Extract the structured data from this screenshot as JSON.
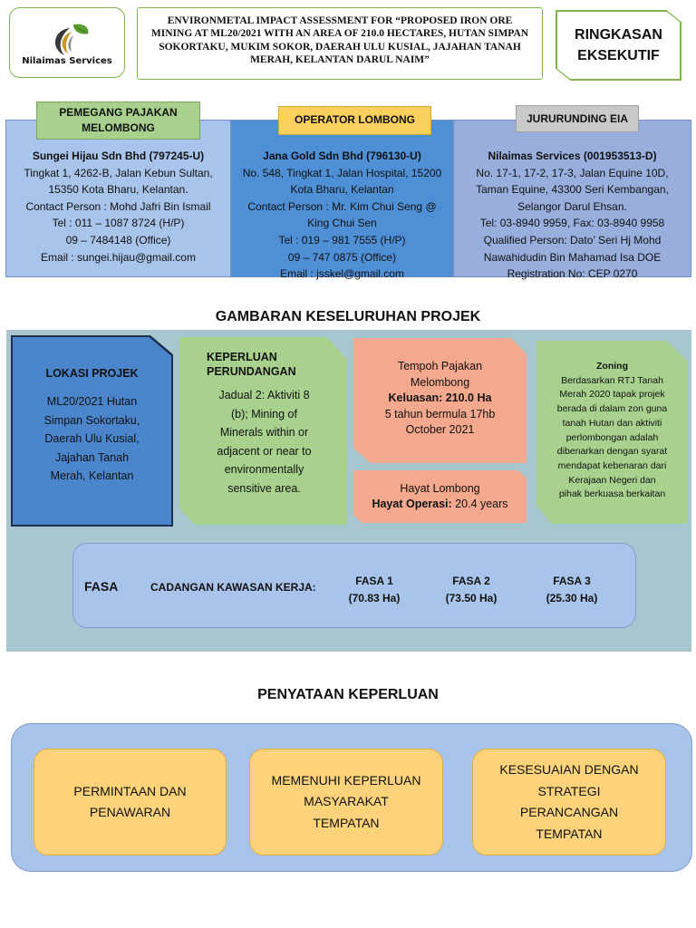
{
  "header": {
    "logo_text": "Nilaimas Services",
    "title": "ENVIRONMETAL IMPACT ASSESSMENT FOR “PROPOSED IRON ORE MINING AT ML20/2021 WITH AN AREA OF 210.0 HECTARES, HUTAN SIMPAN SOKORTAKU, MUKIM SOKOR, DAERAH ULU KUSIAL, JAJAHAN TANAH MERAH, KELANTAN DARUL NAIM”",
    "summary_line1": "RINGKASAN",
    "summary_line2": "EKSEKUTIF"
  },
  "parties": {
    "holder": {
      "tag_line1": "PEMEGANG PAJAKAN",
      "tag_line2": "MELOMBONG",
      "name": "Sungei Hijau Sdn Bhd (797245-U)",
      "lines": [
        "Tingkat 1, 4262-B, Jalan Kebun Sultan,",
        "15350 Kota Bharu, Kelantan.",
        "Contact Person : Mohd Jafri Bin Ismail",
        "Tel : 011 – 1087 8724 (H/P)",
        "09 – 7484148 (Office)",
        "Email : sungei.hijau@gmail.com"
      ]
    },
    "operator": {
      "tag": "OPERATOR LOMBONG",
      "name": "Jana Gold Sdn Bhd (796130-U)",
      "lines": [
        "No. 548, Tingkat 1, Jalan Hospital, 15200",
        "Kota Bharu, Kelantan",
        "Contact Person : Mr. Kim Chui Seng @",
        "King Chui Sen",
        "Tel : 019 – 981 7555 (H/P)",
        "09 – 747 0875 (Office)",
        "Email : jsskel@gmail.com"
      ]
    },
    "consultant": {
      "tag": "JURURUNDING EIA",
      "name": "Nilaimas Services (001953513-D)",
      "lines": [
        "No. 17-1, 17-2, 17-3, Jalan Equine 10D,",
        "Taman Equine, 43300 Seri Kembangan,",
        "Selangor Darul Ehsan.",
        "Tel: 03-8940 9959, Fax: 03-8940 9958",
        "Qualified Person: Dato’ Seri Hj Mohd",
        "Nawahidudin Bin Mahamad Isa DOE",
        "Registration No: CEP 0270"
      ]
    }
  },
  "overview": {
    "section_title": "GAMBARAN KESELURUHAN PROJEK",
    "location": {
      "heading": "LOKASI PROJEK",
      "lines": [
        "ML20/2021 Hutan",
        "Simpan Sokortaku,",
        "Daerah Ulu Kusial,",
        "Jajahan Tanah",
        "Merah, Kelantan"
      ]
    },
    "legal": {
      "heading_line1": "KEPERLUAN",
      "heading_line2": "PERUNDANGAN",
      "lines": [
        "Jadual 2: Aktiviti 8",
        "(b); Mining of",
        "Minerals within or",
        "adjacent or near to",
        "environmentally",
        "sensitive area."
      ]
    },
    "lease": {
      "line1": "Tempoh Pajakan",
      "line2": "Melombong",
      "area_label": "Keluasan: 210.0 Ha",
      "duration": "5 tahun bermula 17hb",
      "start": "October 2021"
    },
    "mine_life": {
      "title": "Hayat Lombong",
      "label": "Hayat Operasi:",
      "value": " 20.4 years"
    },
    "zoning": {
      "heading": "Zoning",
      "lines": [
        "Berdasarkan RTJ Tanah",
        "Merah 2020 tapak projek",
        "berada di dalam zon guna",
        "tanah Hutan dan aktiviti",
        "perlombongan adalah",
        "dibenarkan dengan syarat",
        "mendapat kebenaran dari",
        "Kerajaan Negeri dan",
        "pihak berkuasa berkaitan"
      ]
    },
    "phases": {
      "label": "FASA",
      "proposal": "CADANGAN KAWASAN KERJA:",
      "items": [
        {
          "name": "FASA 1",
          "area": "(70.83 Ha)"
        },
        {
          "name": "FASA 2",
          "area": "(73.50 Ha)"
        },
        {
          "name": "FASA 3",
          "area": "(25.30 Ha)"
        }
      ]
    }
  },
  "requirements": {
    "section_title": "PENYATAAN KEPERLUAN",
    "items": [
      {
        "line1": "PERMINTAAN DAN",
        "line2": "PENAWARAN"
      },
      {
        "line1": "MEMENUHI KEPERLUAN",
        "line2": "MASYARAKAT",
        "line3": "TEMPATAN"
      },
      {
        "line1": "KESESUAIAN DENGAN",
        "line2": "STRATEGI",
        "line3": "PERANCANGAN",
        "line4": "TEMPATAN"
      }
    ]
  },
  "colors": {
    "green_accent": "#7ab648",
    "blue_dark": "#4f8fd5",
    "salmon": "#f4a88d",
    "orange": "#fcd37a"
  }
}
